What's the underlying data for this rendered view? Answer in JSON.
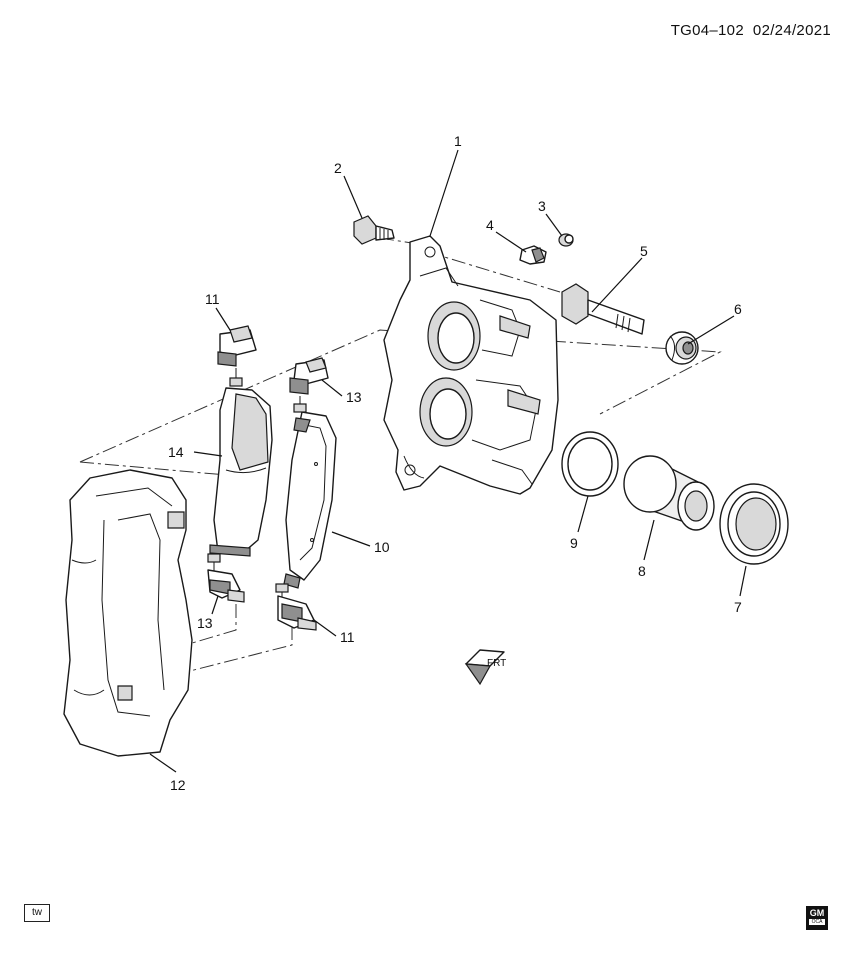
{
  "header": {
    "illustration_id": "TG04–102",
    "date": "02/24/2021"
  },
  "callouts": {
    "c1": "1",
    "c2": "2",
    "c3": "3",
    "c4": "4",
    "c5": "5",
    "c6": "6",
    "c7": "7",
    "c8": "8",
    "c9": "9",
    "c10": "10",
    "c11a": "11",
    "c11b": "11",
    "c12": "12",
    "c13a": "13",
    "c13b": "13",
    "c14": "14"
  },
  "front_indicator": "FRT",
  "corner_tag": "tw",
  "brand": {
    "logo_text": "GM",
    "logo_subtext": "OCA"
  },
  "colors": {
    "line": "#1a1a1a",
    "shade": "#d9d9d9",
    "dark": "#8f8f8f"
  }
}
